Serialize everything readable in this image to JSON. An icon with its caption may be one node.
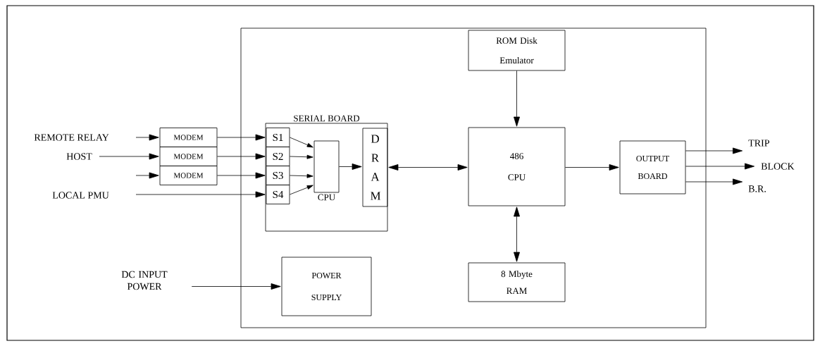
{
  "diagram": {
    "nodes": [
      {
        "text": [
          "REMOTE RELAY"
        ]
      },
      {
        "text": [
          "HOST"
        ]
      },
      {
        "text": [
          "LOCAL PMU"
        ]
      },
      {
        "text": [
          "DC INPUT POWER"
        ]
      },
      {
        "text": [
          "MODEM"
        ]
      },
      {
        "text": [
          "MODEM"
        ]
      },
      {
        "text": [
          "MODEM"
        ]
      },
      {
        "text": [],
        "shape": "box"
      },
      {
        "text": [
          "ROM Disk Emulator"
        ],
        "in": 7
      },
      {
        "text": [
          "SERIAL BOARD"
        ],
        "in": 7
      },
      {
        "text": [
          "S1"
        ],
        "in": 9
      },
      {
        "text": [
          "S2"
        ],
        "in": 9
      },
      {
        "text": [
          "S3"
        ],
        "in": 9
      },
      {
        "text": [
          "S4"
        ],
        "in": 9
      },
      {
        "text": [
          "CPU"
        ],
        "in": 9
      },
      {
        "text": [
          "D R A M"
        ],
        "in": 9
      },
      {
        "text": [
          "486 CPU"
        ],
        "in": 7
      },
      {
        "text": [
          "OUTPUT BOARD"
        ],
        "in": 7
      },
      {
        "text": [
          "8 Mbyte RAM"
        ],
        "in": 7
      },
      {
        "text": [
          "POWER SUPPLY"
        ],
        "in": 7
      },
      {
        "text": [
          "TRIP"
        ]
      },
      {
        "text": [
          "BLOCK"
        ]
      },
      {
        "text": [
          "B.R."
        ]
      }
    ],
    "edges": [
      {
        "from": 0,
        "to": 4,
        "arrow": "to"
      },
      {
        "from": 1,
        "to": 5,
        "arrow": "to"
      },
      {
        "from": null,
        "to": 6,
        "arrow": "to"
      },
      {
        "from": 4,
        "to": 10,
        "arrow": "to"
      },
      {
        "from": 5,
        "to": 11,
        "arrow": "to"
      },
      {
        "from": 6,
        "to": 12,
        "arrow": "to"
      },
      {
        "from": 2,
        "to": 13,
        "arrow": "to"
      },
      {
        "from": 10,
        "to": 14,
        "arrow": "to"
      },
      {
        "from": 11,
        "to": 14,
        "arrow": "to"
      },
      {
        "from": 12,
        "to": 14,
        "arrow": "to"
      },
      {
        "from": 13,
        "to": 14,
        "arrow": "to"
      },
      {
        "from": 14,
        "to": 15,
        "arrow": "to"
      },
      {
        "from": 15,
        "to": 16,
        "arrow": "both"
      },
      {
        "from": 8,
        "to": 16,
        "arrow": "to"
      },
      {
        "from": 16,
        "to": 17,
        "arrow": "to"
      },
      {
        "from": 16,
        "to": 18,
        "arrow": "both"
      },
      {
        "from": 17,
        "to": 20,
        "arrow": "to"
      },
      {
        "from": 17,
        "to": 21,
        "arrow": "to"
      },
      {
        "from": 17,
        "to": 22,
        "arrow": "to"
      },
      {
        "from": 3,
        "to": 19,
        "arrow": "to"
      }
    ]
  }
}
